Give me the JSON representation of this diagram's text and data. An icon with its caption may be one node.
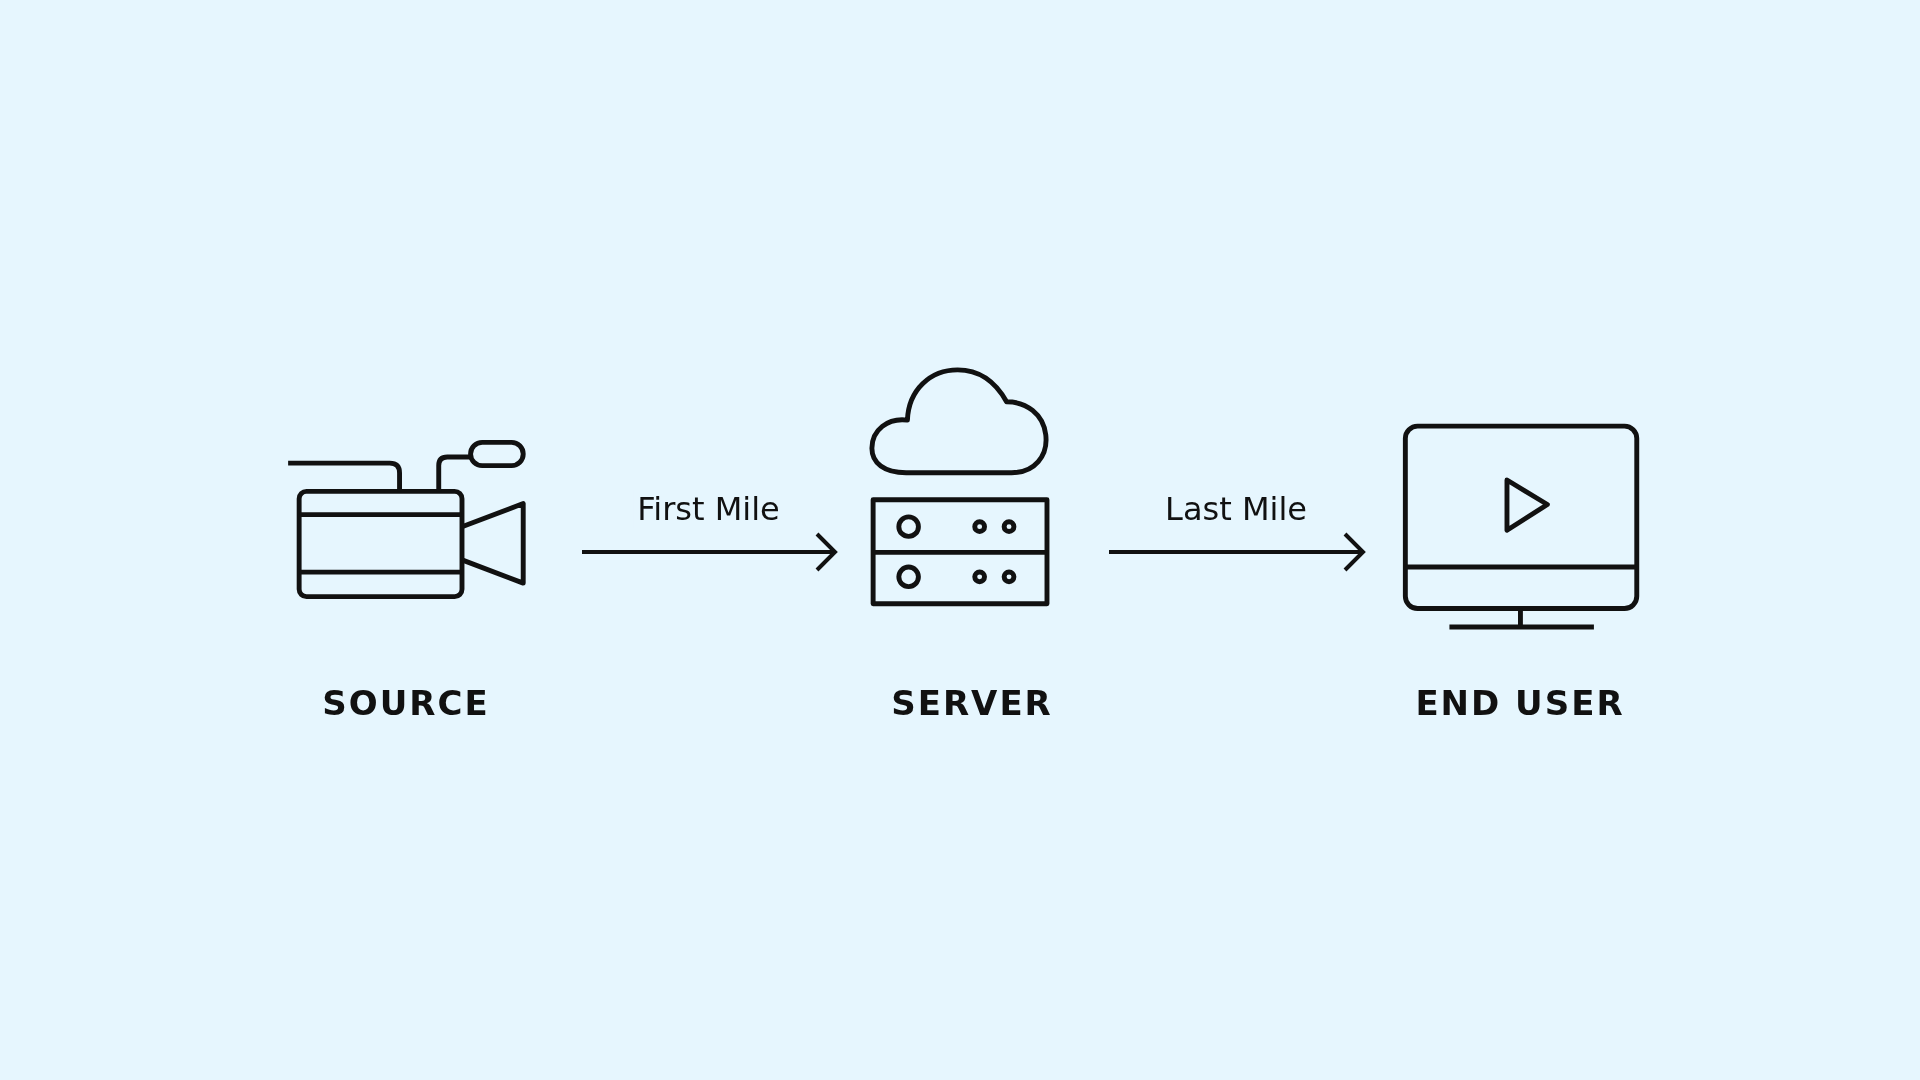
{
  "diagram": {
    "nodes": [
      {
        "text": [
          "SOURCE"
        ]
      },
      {
        "text": [
          "SERVER"
        ]
      },
      {
        "text": [
          "END USER"
        ]
      }
    ],
    "edges": [
      {
        "from": 0,
        "to": 1,
        "arrow": "to",
        "label": "First Mile"
      },
      {
        "from": 1,
        "to": 2,
        "arrow": "to",
        "label": "Last Mile"
      }
    ]
  }
}
